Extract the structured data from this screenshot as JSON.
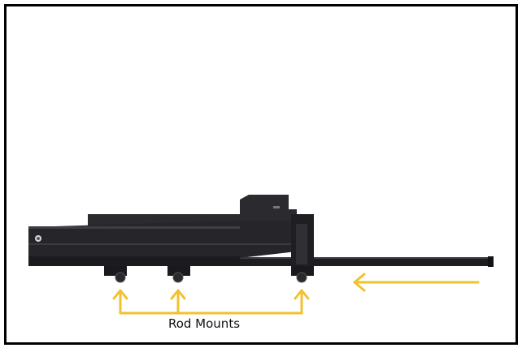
{
  "figure": {
    "label": "Rod Mounts",
    "colors": {
      "border": "#000000",
      "device_body": "#2b2b2f",
      "device_edge": "#16161a",
      "rod": "#1e1e22",
      "arrow": "#f2c12e"
    },
    "icons": [
      "device-illustration",
      "rod",
      "rod-mount-knob",
      "arrow-up",
      "arrow-left"
    ]
  }
}
